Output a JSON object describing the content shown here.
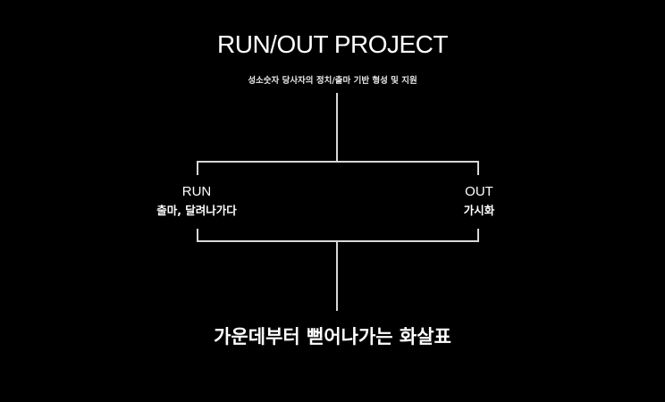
{
  "header": {
    "title": "RUN/OUT PROJECT",
    "subtitle": "성소숫자 당사자의 정치/출마 기반 형성 및 지원"
  },
  "branches": [
    {
      "label_en": "RUN",
      "label_ko": "출마, 달려나가다"
    },
    {
      "label_en": "OUT",
      "label_ko": "가시화"
    }
  ],
  "caption": "가운데부터 뻗어나가는 화살표",
  "colors": {
    "background": "#000000",
    "line": "#d8d8d8",
    "text": "#ffffff"
  }
}
